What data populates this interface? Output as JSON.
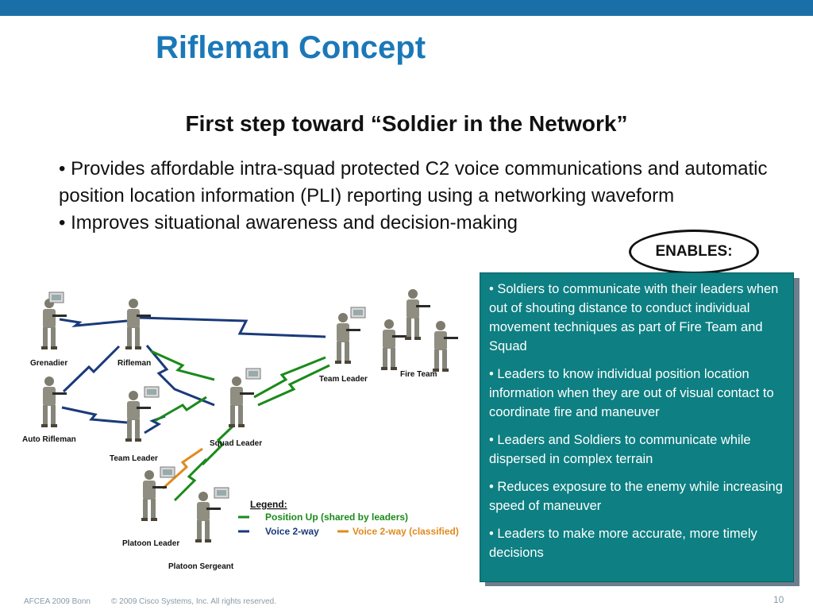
{
  "title": "Rifleman Concept",
  "subtitle": "First step toward “Soldier in the Network”",
  "bullets": [
    "• Provides affordable intra-squad protected C2 voice communications and automatic position location information (PLI) reporting using a networking waveform",
    "• Improves situational awareness and decision-making"
  ],
  "enables_label": "ENABLES:",
  "enables_items": [
    "• Soldiers to communicate with their leaders when out of shouting distance to conduct individual movement techniques as part of Fire Team and Squad",
    "• Leaders to know individual position location information when they are out of visual contact to coordinate fire and maneuver",
    "• Leaders and Soldiers to communicate while dispersed in complex terrain",
    "• Reduces exposure to the enemy while increasing speed of maneuver",
    "• Leaders to make more accurate, more timely decisions"
  ],
  "diagram": {
    "labels": {
      "grenadier": "Grenadier",
      "rifleman": "Rifleman",
      "auto_rifleman": "Auto Rifleman",
      "team_leader_left": "Team Leader",
      "squad_leader": "Squad Leader",
      "team_leader_right": "Team Leader",
      "fire_team": "Fire Team",
      "platoon_leader": "Platoon Leader",
      "platoon_sergeant": "Platoon Sergeant"
    },
    "legend": {
      "title": "Legend:",
      "position_up": "Position Up (shared by leaders)",
      "voice_2way": "Voice 2-way",
      "voice_classified": "Voice 2-way (classified)"
    }
  },
  "colors": {
    "title": "#1b78b8",
    "top_bar": "#1b6fa8",
    "panel": "#0e7f82",
    "position_line": "#1a8a1a",
    "voice_line": "#1a3a7a",
    "classified_line": "#e08a1e"
  },
  "footer": {
    "event": "AFCEA 2009 Bonn",
    "copyright": "© 2009 Cisco Systems, Inc. All rights reserved.",
    "page": "10"
  }
}
